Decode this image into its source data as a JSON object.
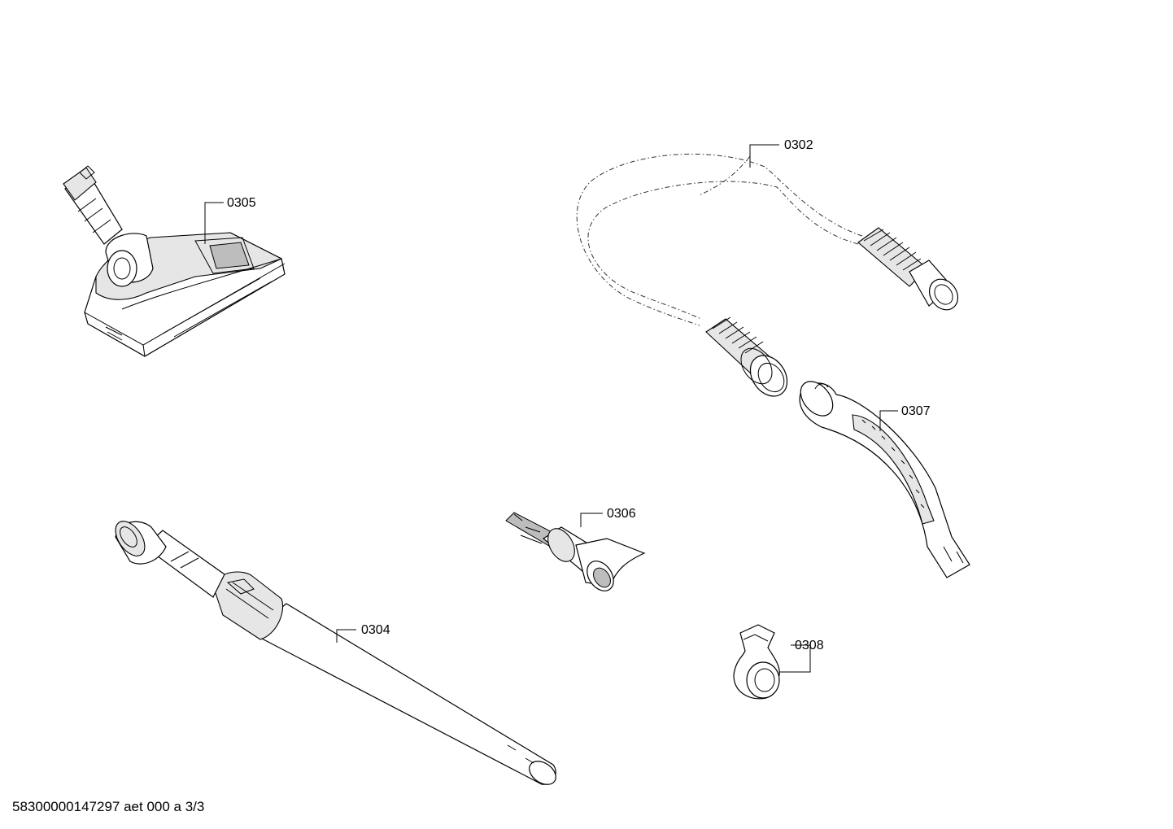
{
  "drawing": {
    "document_id": "58300000147297 aet 000 a 3/3"
  },
  "parts": [
    {
      "key": "floor_nozzle",
      "number": "0305",
      "icon": "floor-nozzle-icon"
    },
    {
      "key": "suction_hose",
      "number": "0302",
      "icon": "suction-hose-icon"
    },
    {
      "key": "hose_handle",
      "number": "0307",
      "icon": "hose-handle-icon"
    },
    {
      "key": "nozzle_adapter",
      "number": "0306",
      "icon": "crevice-upholstery-nozzle-icon"
    },
    {
      "key": "telescopic_tube",
      "number": "0304",
      "icon": "telescopic-tube-icon"
    },
    {
      "key": "clip",
      "number": "0308",
      "icon": "accessory-clip-icon"
    }
  ]
}
